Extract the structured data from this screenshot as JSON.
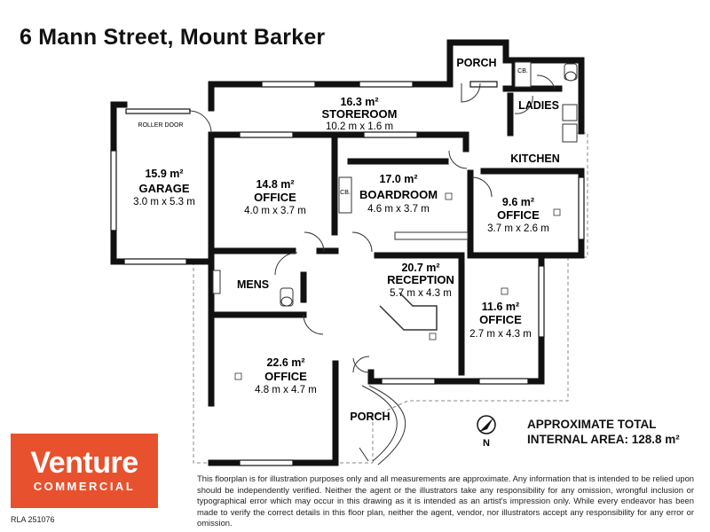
{
  "title": "6 Mann Street, Mount Barker",
  "rooms": {
    "storeroom": {
      "area": "16.3 m²",
      "name": "STOREROOM",
      "dims": "10.2 m x 1.6 m"
    },
    "garage": {
      "area": "15.9 m²",
      "name": "GARAGE",
      "dims": "3.0 m x 5.3 m"
    },
    "office1": {
      "area": "14.8 m²",
      "name": "OFFICE",
      "dims": "4.0 m x 3.7 m"
    },
    "boardroom": {
      "area": "17.0 m²",
      "name": "BOARDROOM",
      "dims": "4.6 m x 3.7 m"
    },
    "office2": {
      "area": "9.6 m²",
      "name": "OFFICE",
      "dims": "3.7 m x 2.6 m"
    },
    "reception": {
      "area": "20.7 m²",
      "name": "RECEPTION",
      "dims": "5.7 m x 4.3 m"
    },
    "office3": {
      "area": "11.6 m²",
      "name": "OFFICE",
      "dims": "2.7 m x 4.3 m"
    },
    "office4": {
      "area": "22.6 m²",
      "name": "OFFICE",
      "dims": "4.8 m x 4.7 m"
    }
  },
  "labels": {
    "porch_top": "PORCH",
    "porch_bottom": "PORCH",
    "ladies": "LADIES",
    "kitchen": "KITCHEN",
    "mens": "MENS",
    "roller_door": "ROLLER DOOR",
    "cb1": "CB.",
    "cb2": "CB.",
    "north": "N"
  },
  "total": {
    "line1": "APPROXIMATE TOTAL",
    "line2": "INTERNAL AREA: 128.8 m²"
  },
  "logo": {
    "brand": "Venture",
    "sub": "COMMERCIAL",
    "brand_color": "#e8512d"
  },
  "rla": "RLA 251076",
  "disclaimer": "This floorplan is for illustration purposes only and all measurements are approximate. Any information that is intended to be relied upon should be independently verified. Neither the agent or the illustrators take any responsibility for any omission, wrongful inclusion or typographical error which may occur in this drawing as it is intended as an artist's impression only. While every endeavor has been made to verify the correct details in this floor plan, neither the agent, vendor, nor illustrators accept any responsibility for any error or omission."
}
